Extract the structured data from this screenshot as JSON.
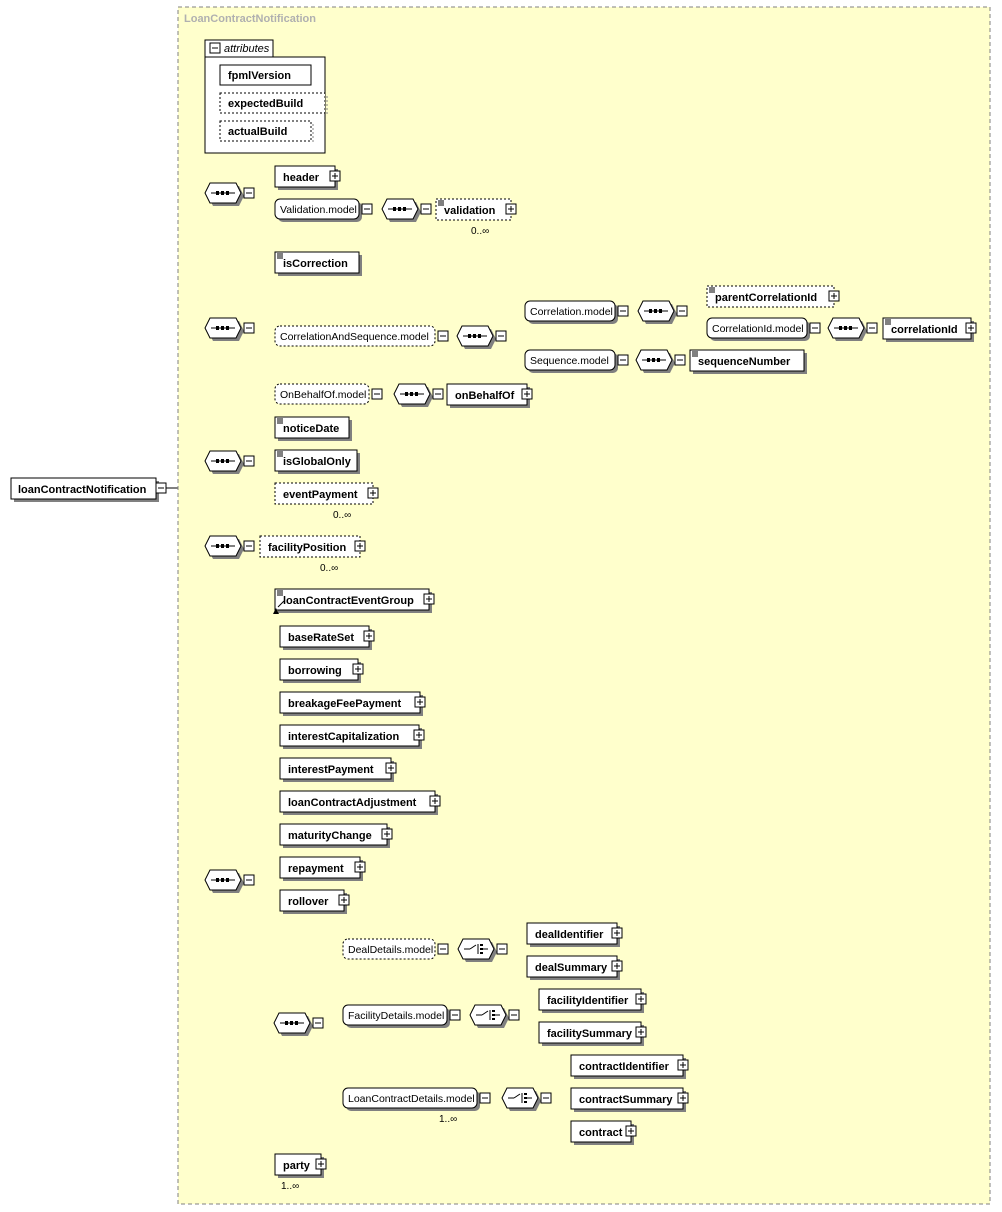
{
  "diagram": {
    "container_title": "LoanContractNotification",
    "attributes_label": "attributes",
    "root": "loanContractNotification",
    "colors": {
      "background": "#ffffcc",
      "border": "#808080",
      "label_gray": "#b0b0b0",
      "text": "#000000"
    },
    "attributes": [
      {
        "id": "fpmlVersion",
        "label": "fpmlVersion",
        "optional": false
      },
      {
        "id": "expectedBuild",
        "label": "expectedBuild",
        "optional": true
      },
      {
        "id": "actualBuild",
        "label": "actualBuild",
        "optional": true
      }
    ],
    "nodes": [
      {
        "id": "header",
        "label": "header",
        "kind": "element",
        "optional": false,
        "plus": true
      },
      {
        "id": "validationModel",
        "label": "Validation.model",
        "kind": "group",
        "optional": false
      },
      {
        "id": "validation",
        "label": "validation",
        "kind": "element",
        "optional": true,
        "plus": true,
        "doc": true,
        "cardinality": "0..∞"
      },
      {
        "id": "isCorrection",
        "label": "isCorrection",
        "kind": "element",
        "optional": false,
        "doc": true
      },
      {
        "id": "correlationAndSequenceModel",
        "label": "CorrelationAndSequence.model",
        "kind": "group",
        "optional": true
      },
      {
        "id": "correlationModel",
        "label": "Correlation.model",
        "kind": "group",
        "optional": false
      },
      {
        "id": "parentCorrelationId",
        "label": "parentCorrelationId",
        "kind": "element",
        "optional": true,
        "plus": true,
        "doc": true
      },
      {
        "id": "correlationIdModel",
        "label": "CorrelationId.model",
        "kind": "group",
        "optional": false
      },
      {
        "id": "correlationId",
        "label": "correlationId",
        "kind": "element",
        "optional": false,
        "plus": true,
        "doc": true
      },
      {
        "id": "sequenceModel",
        "label": "Sequence.model",
        "kind": "group",
        "optional": false
      },
      {
        "id": "sequenceNumber",
        "label": "sequenceNumber",
        "kind": "element",
        "optional": false,
        "doc": true
      },
      {
        "id": "onBehalfOfModel",
        "label": "OnBehalfOf.model",
        "kind": "group",
        "optional": true
      },
      {
        "id": "onBehalfOf",
        "label": "onBehalfOf",
        "kind": "element",
        "optional": false,
        "plus": true
      },
      {
        "id": "noticeDate",
        "label": "noticeDate",
        "kind": "element",
        "optional": false,
        "doc": true
      },
      {
        "id": "isGlobalOnly",
        "label": "isGlobalOnly",
        "kind": "element",
        "optional": false,
        "doc": true
      },
      {
        "id": "eventPayment",
        "label": "eventPayment",
        "kind": "element",
        "optional": true,
        "plus": true,
        "cardinality": "0..∞"
      },
      {
        "id": "facilityPosition",
        "label": "facilityPosition",
        "kind": "element",
        "optional": true,
        "plus": true,
        "cardinality": "0..∞"
      },
      {
        "id": "loanContractEventGroup",
        "label": "loanContractEventGroup",
        "kind": "element",
        "optional": false,
        "plus": true,
        "doc": true,
        "abstract": true
      },
      {
        "id": "baseRateSet",
        "label": "baseRateSet",
        "kind": "element",
        "optional": false,
        "plus": true
      },
      {
        "id": "borrowing",
        "label": "borrowing",
        "kind": "element",
        "optional": false,
        "plus": true
      },
      {
        "id": "breakageFeePayment",
        "label": "breakageFeePayment",
        "kind": "element",
        "optional": false,
        "plus": true
      },
      {
        "id": "interestCapitalization",
        "label": "interestCapitalization",
        "kind": "element",
        "optional": false,
        "plus": true
      },
      {
        "id": "interestPayment",
        "label": "interestPayment",
        "kind": "element",
        "optional": false,
        "plus": true
      },
      {
        "id": "loanContractAdjustment",
        "label": "loanContractAdjustment",
        "kind": "element",
        "optional": false,
        "plus": true
      },
      {
        "id": "maturityChange",
        "label": "maturityChange",
        "kind": "element",
        "optional": false,
        "plus": true
      },
      {
        "id": "repayment",
        "label": "repayment",
        "kind": "element",
        "optional": false,
        "plus": true
      },
      {
        "id": "rollover",
        "label": "rollover",
        "kind": "element",
        "optional": false,
        "plus": true
      },
      {
        "id": "dealDetailsModel",
        "label": "DealDetails.model",
        "kind": "group",
        "optional": true
      },
      {
        "id": "dealIdentifier",
        "label": "dealIdentifier",
        "kind": "element",
        "optional": false,
        "plus": true
      },
      {
        "id": "dealSummary",
        "label": "dealSummary",
        "kind": "element",
        "optional": false,
        "plus": true
      },
      {
        "id": "facilityDetailsModel",
        "label": "FacilityDetails.model",
        "kind": "group",
        "optional": false
      },
      {
        "id": "facilityIdentifier",
        "label": "facilityIdentifier",
        "kind": "element",
        "optional": false,
        "plus": true
      },
      {
        "id": "facilitySummary",
        "label": "facilitySummary",
        "kind": "element",
        "optional": false,
        "plus": true
      },
      {
        "id": "loanContractDetailsModel",
        "label": "LoanContractDetails.model",
        "kind": "group",
        "optional": false,
        "cardinality": "1..∞"
      },
      {
        "id": "contractIdentifier",
        "label": "contractIdentifier",
        "kind": "element",
        "optional": false,
        "plus": true
      },
      {
        "id": "contractSummary",
        "label": "contractSummary",
        "kind": "element",
        "optional": false,
        "plus": true
      },
      {
        "id": "contract",
        "label": "contract",
        "kind": "element",
        "optional": false,
        "plus": true
      },
      {
        "id": "party",
        "label": "party",
        "kind": "element",
        "optional": false,
        "plus": true,
        "cardinality": "1..∞"
      }
    ]
  }
}
